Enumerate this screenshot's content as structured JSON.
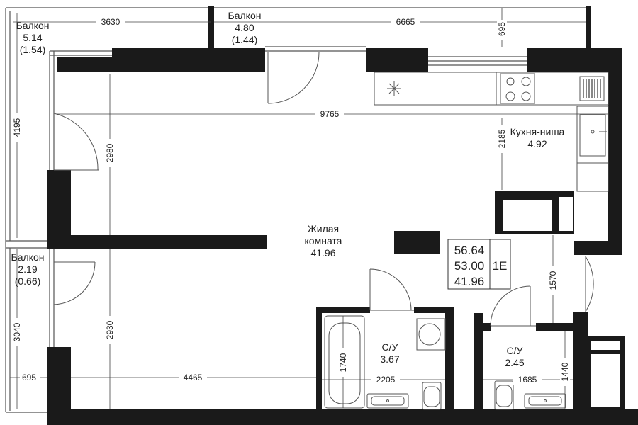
{
  "rooms": {
    "living": {
      "name": "Жилая комната",
      "name_line1": "Жилая",
      "name_line2": "комната",
      "area": "41.96"
    },
    "kitchen": {
      "name": "Кухня-ниша",
      "area": "4.92"
    },
    "bath1": {
      "name": "С/У",
      "area": "3.67"
    },
    "bath2": {
      "name": "С/У",
      "area": "2.45"
    },
    "balcony1": {
      "name": "Балкон",
      "area": "5.14",
      "reduced": "(1.54)"
    },
    "balcony2": {
      "name": "Балкон",
      "area": "4.80",
      "reduced": "(1.44)"
    },
    "balcony3": {
      "name": "Балкон",
      "area": "2.19",
      "reduced": "(0.66)"
    }
  },
  "summary": {
    "total": "56.64",
    "without_balcony": "53.00",
    "living": "41.96",
    "type": "1E"
  },
  "dimensions": {
    "d3630": "3630",
    "d6665": "6665",
    "d695_top": "695",
    "d9765": "9765",
    "d4195": "4195",
    "d2980": "2980",
    "d2185": "2185",
    "d1570": "1570",
    "d3040": "3040",
    "d2930": "2930",
    "d695_left": "695",
    "d4465": "4465",
    "d1740": "1740",
    "d2205": "2205",
    "d1685": "1685",
    "d1440": "1440"
  },
  "colors": {
    "wall": "#1a1a1a",
    "line": "#555555",
    "dim_line": "#444444"
  }
}
